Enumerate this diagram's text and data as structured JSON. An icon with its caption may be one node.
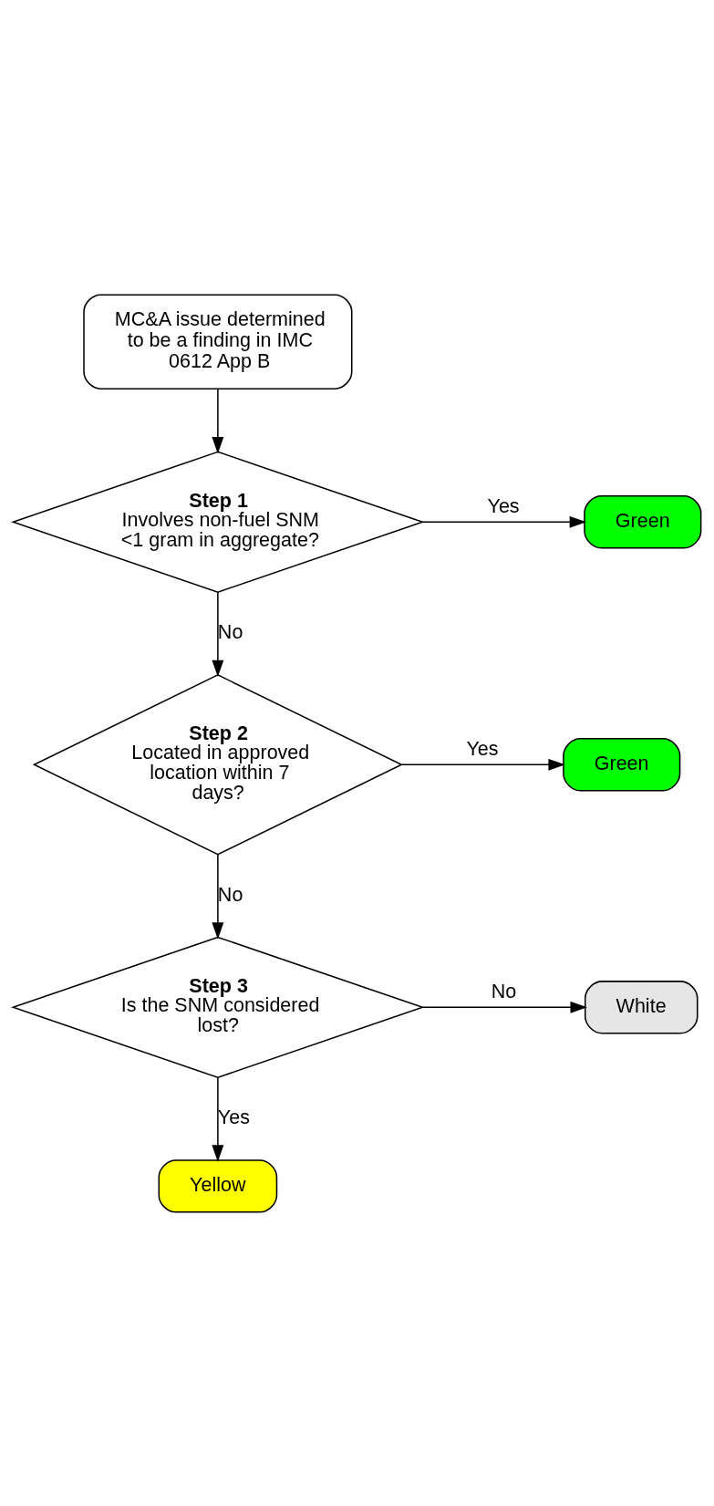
{
  "diagram": {
    "nodes": [
      {
        "text": [
          "MC&A issue determined to be a finding in IMC 0612 App B"
        ]
      },
      {
        "text": [
          "Step 1",
          "Involves non-fuel SNM <1 gram in aggregate?"
        ]
      },
      {
        "text": [
          "Green"
        ]
      },
      {
        "text": [
          "Step 2",
          "Located in approved location within 7 days?"
        ]
      },
      {
        "text": [
          "Green"
        ]
      },
      {
        "text": [
          "Step 3",
          "Is the SNM considered lost?"
        ]
      },
      {
        "text": [
          "White"
        ]
      },
      {
        "text": [
          "Yellow"
        ]
      }
    ],
    "edges": [
      {
        "from": 0,
        "to": 1,
        "arrow": "to"
      },
      {
        "from": 1,
        "to": 2,
        "arrow": "to",
        "label": "Yes"
      },
      {
        "from": 1,
        "to": 3,
        "arrow": "to",
        "label": "No"
      },
      {
        "from": 3,
        "to": 4,
        "arrow": "to",
        "label": "Yes"
      },
      {
        "from": 3,
        "to": 5,
        "arrow": "to",
        "label": "No"
      },
      {
        "from": 5,
        "to": 6,
        "arrow": "to",
        "label": "No"
      },
      {
        "from": 5,
        "to": 7,
        "arrow": "to",
        "label": "Yes"
      }
    ]
  }
}
